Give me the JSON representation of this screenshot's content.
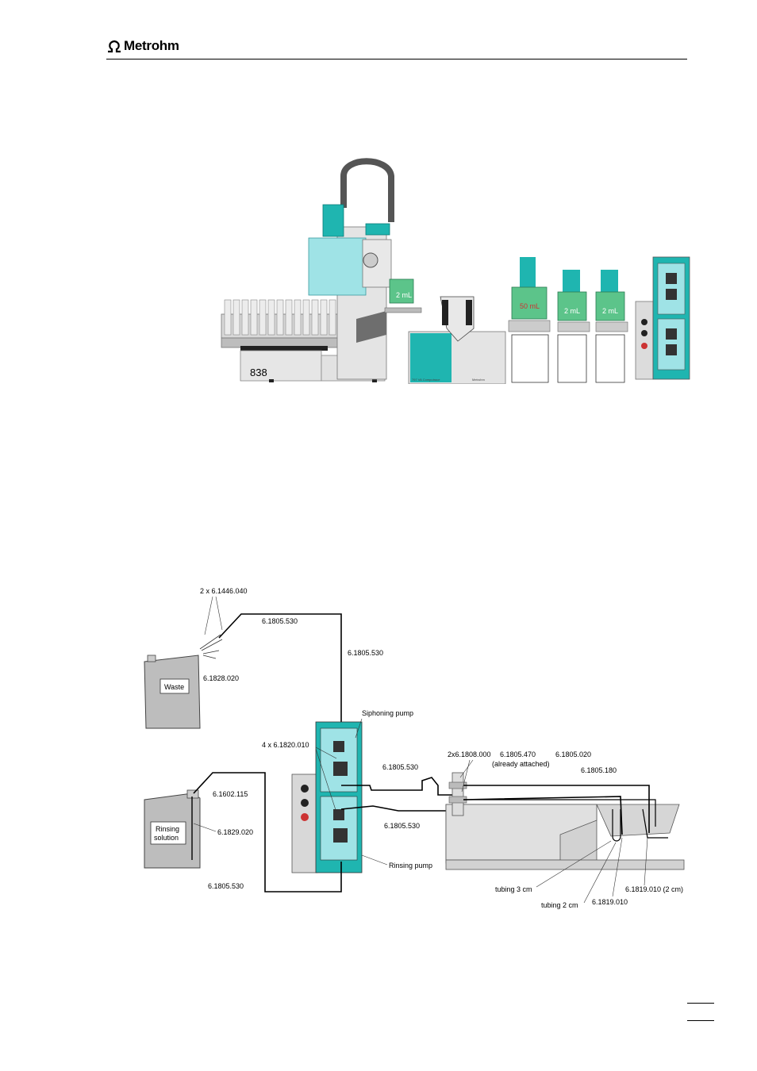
{
  "header": {
    "brand": "Metrohm"
  },
  "figure1": {
    "sampler_number": "838",
    "burette_2ml_label": "2 mL",
    "burette_50ml_label": "50 mL",
    "burette_2ml_b_label": "2 mL",
    "burette_2ml_c_label": "2 mL",
    "uv_caption": "797 VA Computrace",
    "uv_brand": "Metrohm"
  },
  "figure2": {
    "labels": {
      "tips": "2 x 6.1446.040",
      "tube_top": "6.1805.530",
      "tube_vertical": "6.1805.530",
      "waste_cap": "6.1828.020",
      "waste": "Waste",
      "siphoning_pump": "Siphoning pump",
      "pump_tubing": "4 x 6.1820.010",
      "tube_mid_upper": "6.1805.530",
      "tube_mid_lower": "6.1805.530",
      "rinse_cap": "6.1602.115",
      "rinse_tube": "6.1829.020",
      "rinsing_line1": "Rinsing",
      "rinsing_line2": "solution",
      "tube_bottom": "6.1805.530",
      "rinsing_pump": "Rinsing pump",
      "connectors": "2x6.1808.000",
      "tube_470": "6.1805.470",
      "already_attached": "(already attached)",
      "tube_020": "6.1805.020",
      "tube_180": "6.1805.180",
      "tubing_3cm": "tubing 3 cm",
      "tubing_2cm": "tubing 2 cm",
      "part_010": "6.1819.010",
      "part_010_2cm": "6.1819.010 (2 cm)"
    }
  },
  "colors": {
    "teal": "#1fb5b0",
    "teal_light": "#9fe3e6",
    "green": "#5cc48a",
    "gray": "#c9c9c9"
  }
}
